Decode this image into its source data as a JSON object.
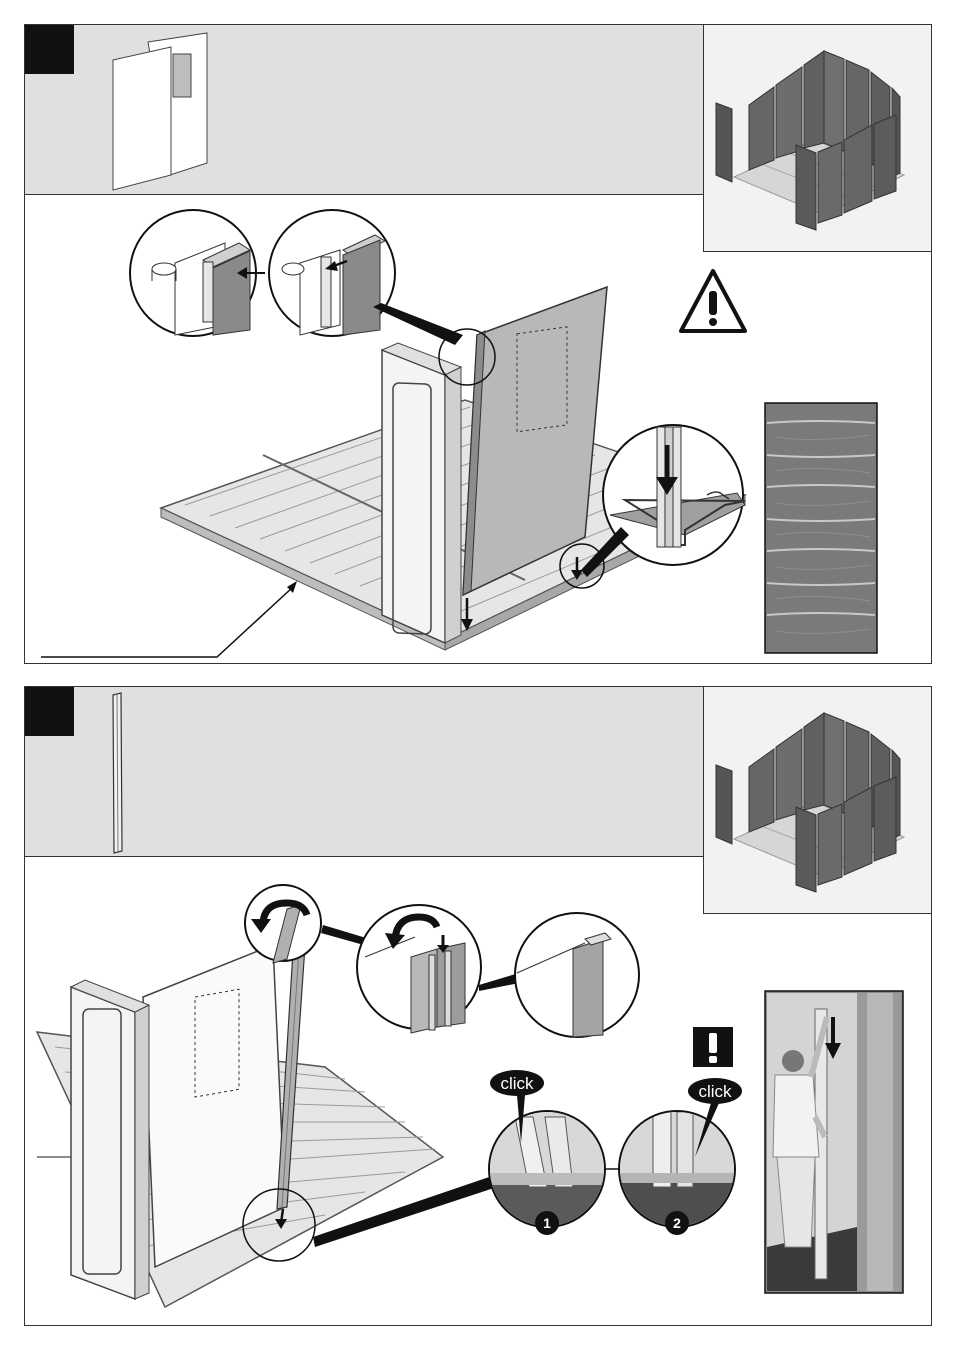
{
  "steps": [
    {
      "id": "step-1",
      "callouts": [],
      "icons": [
        "warning-triangle-icon",
        "arrow-down-icon"
      ]
    },
    {
      "id": "step-2",
      "callouts": [
        {
          "number": "1",
          "text": "click"
        },
        {
          "number": "2",
          "text": "click"
        }
      ],
      "icons": [
        "exclamation-icon",
        "rotate-arrow-icon",
        "arrow-down-icon"
      ]
    }
  ],
  "colors": {
    "panel": "#6f6f6f",
    "panel_dark": "#4a4a4a",
    "parts_bg": "#e0e0e0",
    "badge": "#111111",
    "floor": "#d9d9d9"
  }
}
